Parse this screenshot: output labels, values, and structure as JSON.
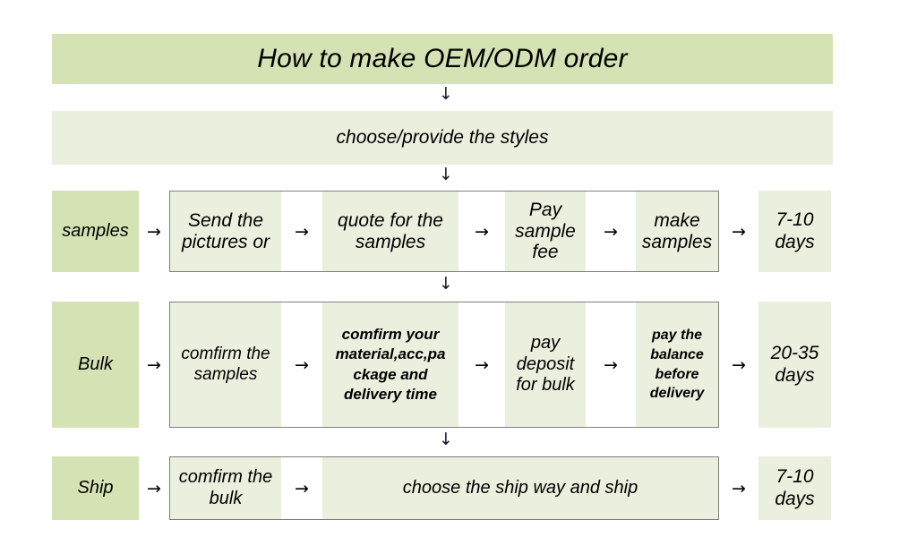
{
  "title": "How to make OEM/ODM order",
  "subtitle": "choose/provide the styles",
  "icons": {
    "down_arrow": "↓",
    "right_arrow": "→"
  },
  "colors": {
    "band_dark_green": "#d5e2b4",
    "cell_pale_green": "#ebefdd",
    "border_gray": "#7f7f7f",
    "background": "#ffffff",
    "text": "#000000"
  },
  "rows": [
    {
      "stage": "samples",
      "duration": "7-10\ndays",
      "duration_line1": "7-10",
      "duration_line2": "days",
      "steps": [
        "Send the pictures or",
        "quote for the samples",
        "Pay sample fee",
        "make samples"
      ]
    },
    {
      "stage": "Bulk",
      "duration": "20-35\ndays",
      "duration_line1": "20-35",
      "duration_line2": "days",
      "steps": [
        "comfirm the samples",
        "comfirm your material,acc,pa ckage and delivery time",
        "pay deposit for bulk",
        "pay the balance before delivery"
      ]
    },
    {
      "stage": "Ship",
      "duration": "7-10\ndays",
      "duration_line1": "7-10",
      "duration_line2": "days",
      "steps": [
        "comfirm the bulk",
        "choose the ship way and ship"
      ]
    }
  ]
}
